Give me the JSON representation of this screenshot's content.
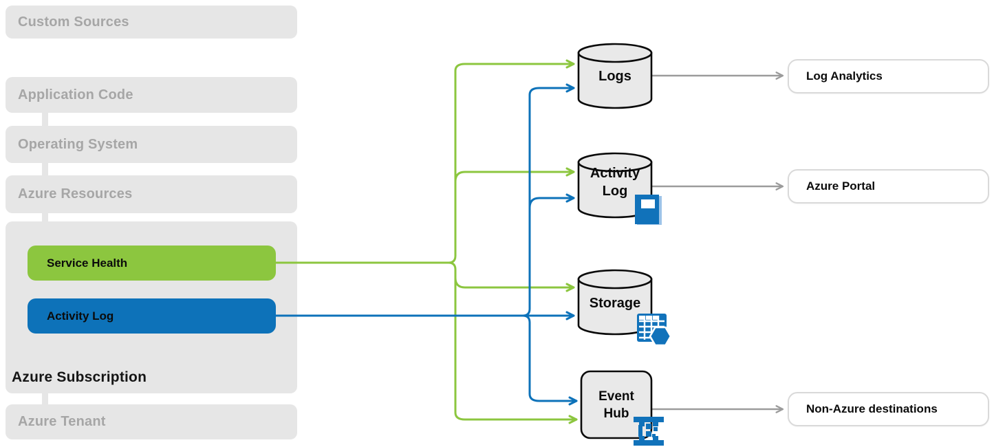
{
  "colors": {
    "green": "#8CC63F",
    "blue": "#0D72B9",
    "gray-box": "#E6E6E6",
    "gray-text": "#A6A6A6",
    "node-fill": "#E9E9E9",
    "node-stroke": "#0A0A0A",
    "line-gray": "#9B9B9B",
    "icon-blue": "#1172BA",
    "icon-blue-light": "#9DC3E8",
    "box-border": "#D9D9D9",
    "text-dark": "#0B0B0B"
  },
  "left": {
    "custom_sources": "Custom Sources",
    "application_code": "Application Code",
    "operating_system": "Operating System",
    "azure_resources": "Azure Resources",
    "azure_subscription": "Azure Subscription",
    "service_health": "Service Health",
    "activity_log": "Activity Log",
    "azure_tenant": "Azure Tenant"
  },
  "nodes": {
    "logs": {
      "label": "Logs",
      "shape": "cylinder"
    },
    "activity_log": {
      "line1": "Activity",
      "line2": "Log",
      "shape": "cylinder",
      "icon": "notebook-icon"
    },
    "storage": {
      "label": "Storage",
      "shape": "cylinder",
      "icon": "table-hexagon-icon"
    },
    "event_hub": {
      "line1": "Event",
      "line2": "Hub",
      "shape": "rounded-rect",
      "icon": "event-hub-icon"
    }
  },
  "destinations": {
    "log_analytics": "Log Analytics",
    "azure_portal": "Azure Portal",
    "non_azure": "Non-Azure destinations"
  },
  "flows": [
    {
      "from": "Service Health",
      "color": "green",
      "to": [
        "Logs",
        "Activity Log",
        "Storage",
        "Event Hub"
      ]
    },
    {
      "from": "Activity Log",
      "color": "blue",
      "to": [
        "Logs",
        "Activity Log",
        "Storage",
        "Event Hub"
      ]
    },
    {
      "from": "Logs",
      "color": "gray",
      "to": [
        "Log Analytics"
      ]
    },
    {
      "from": "Activity Log",
      "color": "gray",
      "to": [
        "Azure Portal"
      ]
    },
    {
      "from": "Event Hub",
      "color": "gray",
      "to": [
        "Non-Azure destinations"
      ]
    }
  ]
}
